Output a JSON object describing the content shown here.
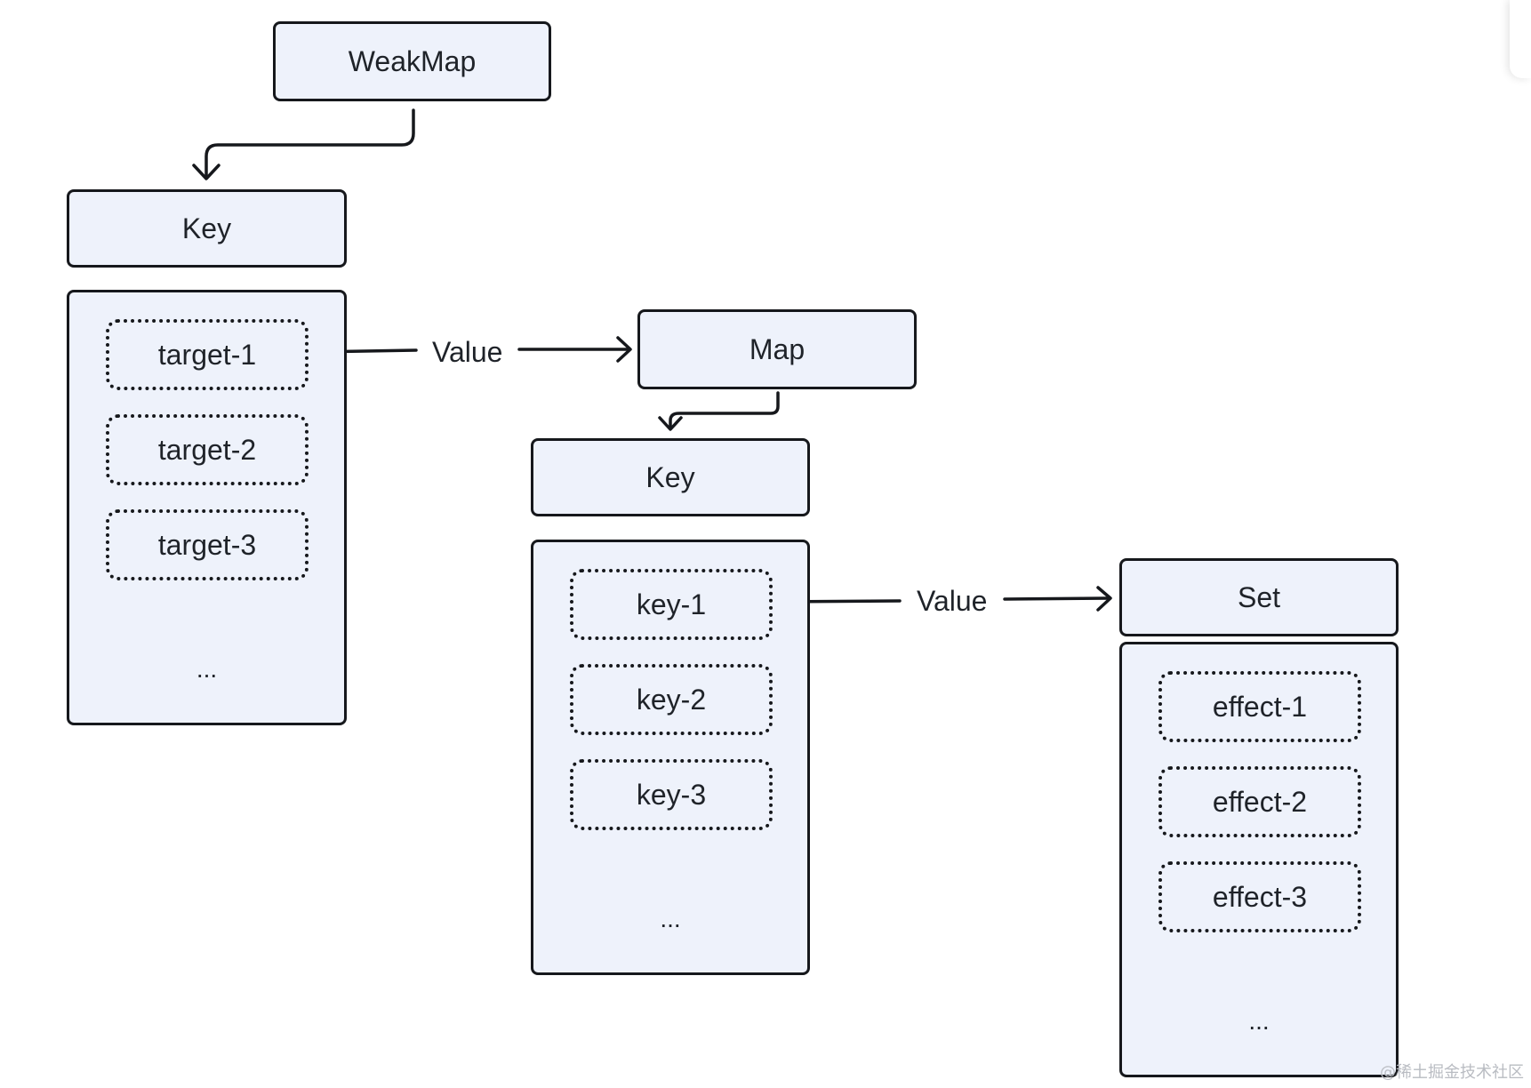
{
  "weakmap": {
    "title": "WeakMap",
    "key_label": "Key",
    "items": [
      "target-1",
      "target-2",
      "target-3"
    ],
    "more": "..."
  },
  "map": {
    "title": "Map",
    "key_label": "Key",
    "items": [
      "key-1",
      "key-2",
      "key-3"
    ],
    "more": "..."
  },
  "set": {
    "title": "Set",
    "items": [
      "effect-1",
      "effect-2",
      "effect-3"
    ],
    "more": "..."
  },
  "edges": {
    "value_label_1": "Value",
    "value_label_2": "Value"
  },
  "watermark": "@稀土掘金技术社区",
  "colors": {
    "box_fill": "#eef2fb",
    "stroke": "#16181c",
    "text": "#1f2329"
  }
}
